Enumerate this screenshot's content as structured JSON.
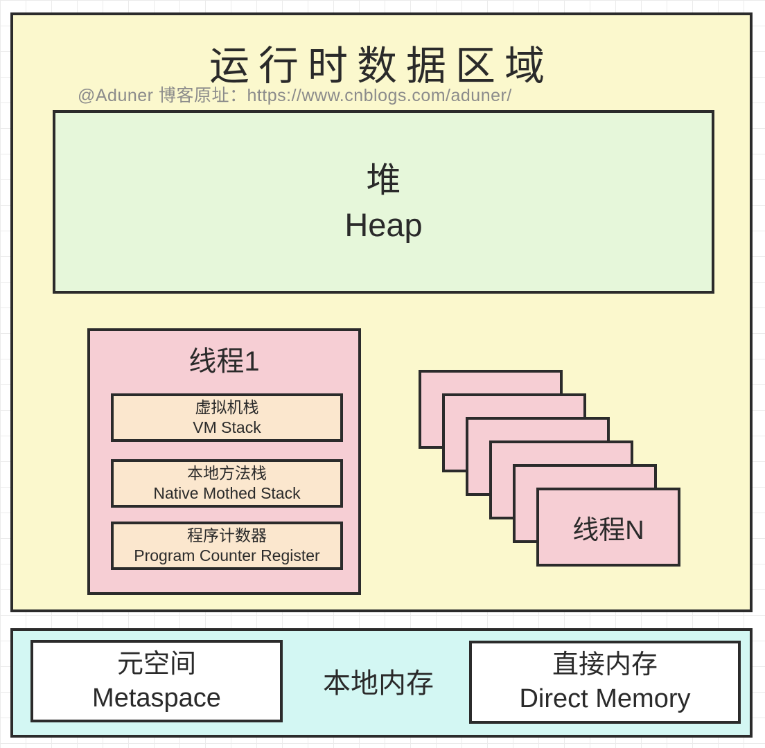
{
  "main": {
    "title": "运行时数据区域",
    "subtitle": "@Aduner 博客原址：https://www.cnblogs.com/aduner/"
  },
  "heap": {
    "label_zh": "堆",
    "label_en": "Heap"
  },
  "thread1": {
    "title": "线程1",
    "components": [
      {
        "label_zh": "虚拟机栈",
        "label_en": "VM Stack"
      },
      {
        "label_zh": "本地方法栈",
        "label_en": "Native Mothed Stack"
      },
      {
        "label_zh": "程序计数器",
        "label_en": "Program Counter Register"
      }
    ]
  },
  "thread_stack": {
    "card_count": 6,
    "front_label": "线程N"
  },
  "native_memory": {
    "center_label": "本地内存",
    "metaspace": {
      "label_zh": "元空间",
      "label_en": "Metaspace"
    },
    "direct_memory": {
      "label_zh": "直接内存",
      "label_en": "Direct Memory"
    }
  },
  "colors": {
    "canvas-bg": "#ffffff",
    "grid-line": "#ebebeb",
    "outer-bg": "#fbf8cd",
    "heap-bg": "#e6f7da",
    "thread-bg": "#f6ced4",
    "component-bg": "#fbe7ce",
    "native-bg": "#d3f7f3",
    "white-box-bg": "#ffffff",
    "border": "#2b2b2b",
    "text": "#2a2a2a",
    "subtitle-text": "#8b8b8b"
  }
}
